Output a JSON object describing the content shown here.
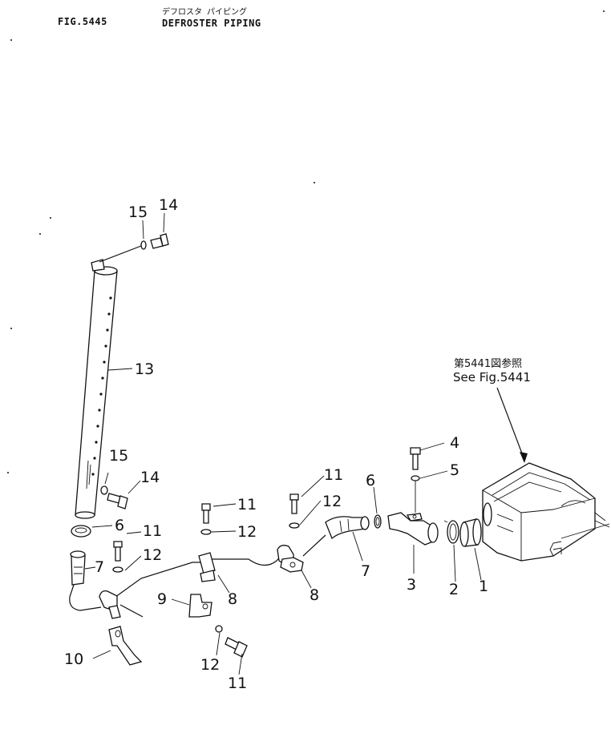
{
  "header": {
    "figure_number": "FIG.5445",
    "title_jp": "デフロスタ パイピング",
    "title_en": "DEFROSTER PIPING"
  },
  "reference": {
    "jp": "第5441図参照",
    "en": "See Fig.5441"
  },
  "callouts": {
    "c1": "1",
    "c2": "2",
    "c3": "3",
    "c4": "4",
    "c5": "5",
    "c6a": "6",
    "c6b": "6",
    "c7a": "7",
    "c7b": "7",
    "c8a": "8",
    "c8b": "8",
    "c9": "9",
    "c10": "10",
    "c11a": "11",
    "c11b": "11",
    "c11c": "11",
    "c11d": "11",
    "c12a": "12",
    "c12b": "12",
    "c12c": "12",
    "c12d": "12",
    "c13": "13",
    "c14a": "14",
    "c14b": "14",
    "c15a": "15",
    "c15b": "15"
  }
}
